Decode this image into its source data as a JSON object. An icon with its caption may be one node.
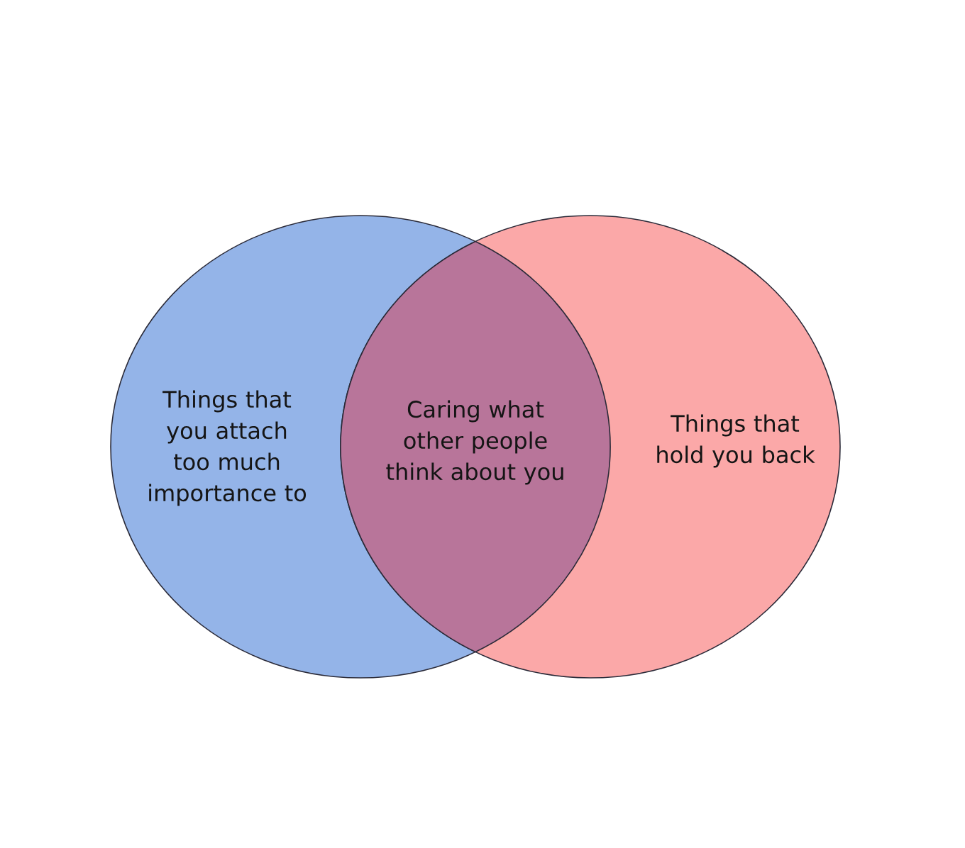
{
  "diagram": {
    "nodes": [
      {
        "text": [
          "Things that you attach too much importance to"
        ]
      },
      {
        "text": [
          "Caring what other people think about you"
        ]
      },
      {
        "text": [
          "Things that hold you back"
        ]
      }
    ]
  }
}
